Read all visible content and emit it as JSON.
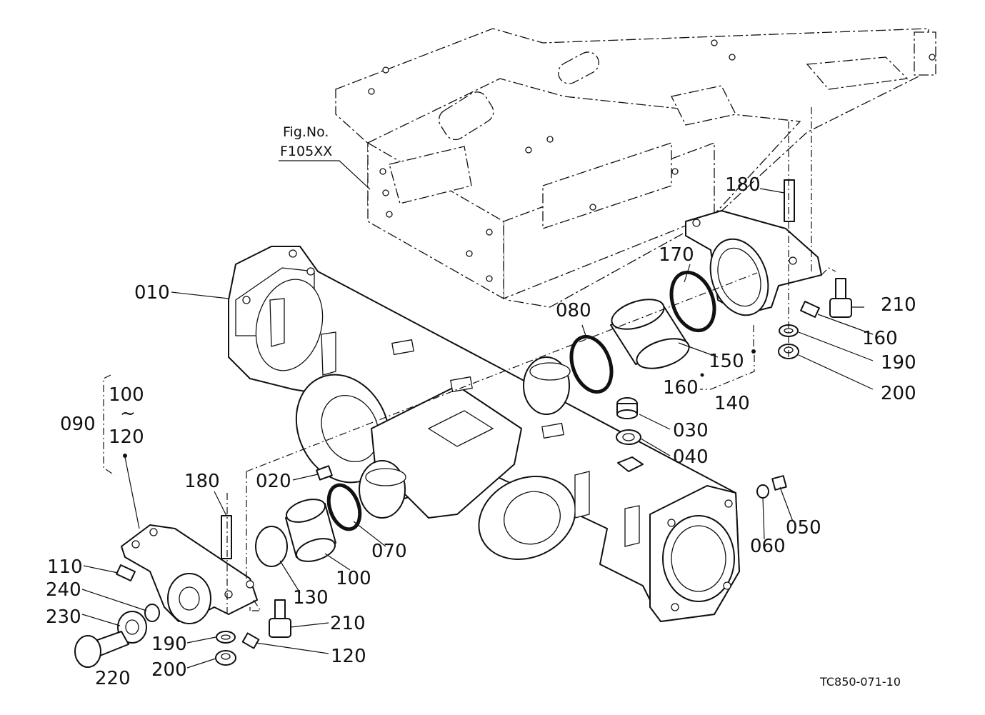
{
  "figure_ref": {
    "line1": "Fig.No.",
    "line2": "F105XX"
  },
  "drawing_code": "TC850-071-10",
  "labels": {
    "p010": "010",
    "p020": "020",
    "p030": "030",
    "p040": "040",
    "p050": "050",
    "p060": "060",
    "p070": "070",
    "p080": "080",
    "p090": "090",
    "p100_range_top": "100",
    "p_range_tilde": "~",
    "p120_range_bottom": "120",
    "p100": "100",
    "p110": "110",
    "p120": "120",
    "p130": "130",
    "p140": "140",
    "p150": "150",
    "p160_right": "160",
    "p160_group": "160",
    "p170": "170",
    "p180_right": "180",
    "p180_left": "180",
    "p190_right": "190",
    "p190_left": "190",
    "p200_right": "200",
    "p200_left": "200",
    "p210_right": "210",
    "p210_left": "210",
    "p220": "220",
    "p230": "230",
    "p240": "240"
  }
}
